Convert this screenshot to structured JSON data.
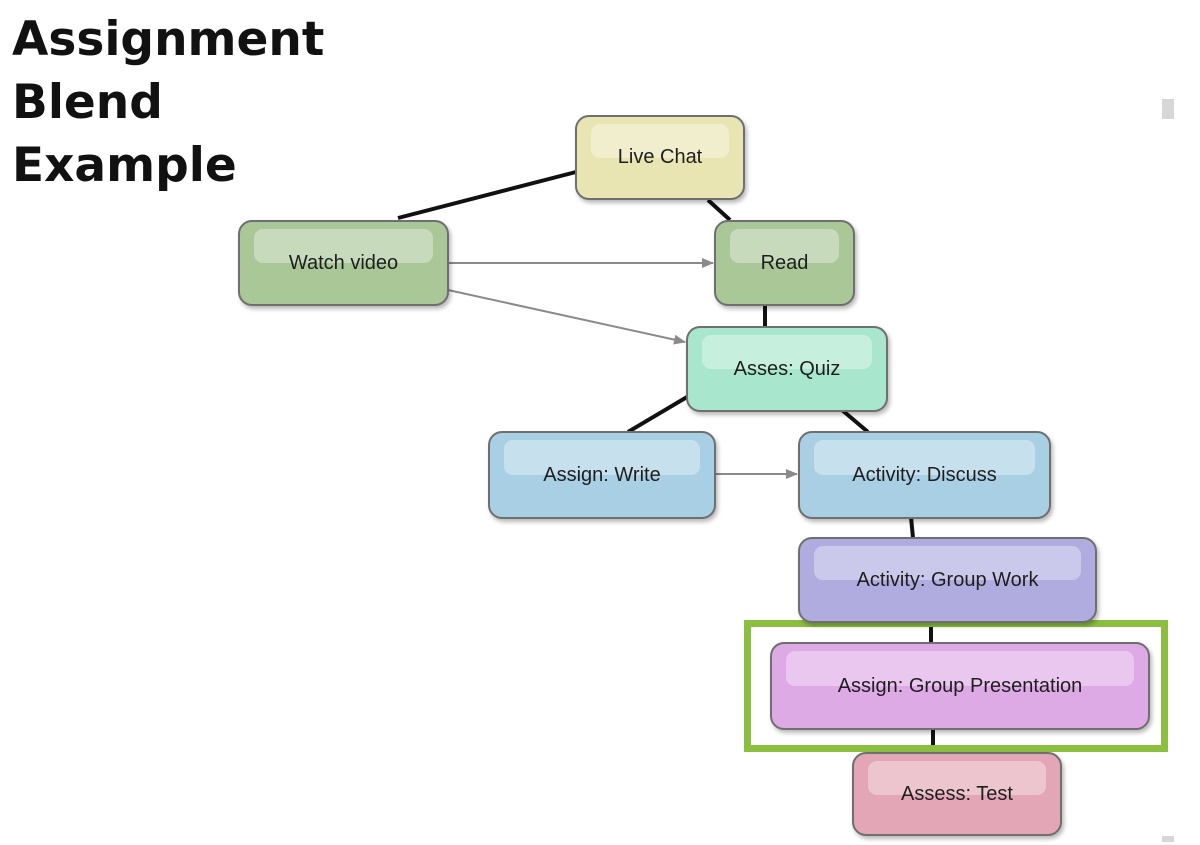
{
  "title_lines": [
    "Assignment",
    "Blend",
    "Example"
  ],
  "nodes": {
    "live_chat": {
      "label": "Live Chat",
      "color": "#e9e5b3"
    },
    "watch_video": {
      "label": "Watch video",
      "color": "#a9c797"
    },
    "read": {
      "label": "Read",
      "color": "#a9c797"
    },
    "asses_quiz": {
      "label": "Asses: Quiz",
      "color": "#a8e6cd"
    },
    "assign_write": {
      "label": "Assign: Write",
      "color": "#a9cfe5"
    },
    "activity_discuss": {
      "label": "Activity: Discuss",
      "color": "#a9cfe5"
    },
    "activity_group_work": {
      "label": "Activity: Group Work",
      "color": "#b0ace0"
    },
    "assign_group_presentation": {
      "label": "Assign: Group Presentation",
      "color": "#deaae6"
    },
    "assess_test": {
      "label": "Assess: Test",
      "color": "#e3a6b6"
    }
  },
  "highlight_color": "#8cbf3f",
  "edges": [
    {
      "from": "watch_video",
      "to": "live_chat",
      "style": "line"
    },
    {
      "from": "live_chat",
      "to": "read",
      "style": "line"
    },
    {
      "from": "watch_video",
      "to": "read",
      "style": "arrow"
    },
    {
      "from": "watch_video",
      "to": "asses_quiz",
      "style": "arrow"
    },
    {
      "from": "read",
      "to": "asses_quiz",
      "style": "line"
    },
    {
      "from": "asses_quiz",
      "to": "assign_write",
      "style": "line"
    },
    {
      "from": "asses_quiz",
      "to": "activity_discuss",
      "style": "line"
    },
    {
      "from": "assign_write",
      "to": "activity_discuss",
      "style": "arrow"
    },
    {
      "from": "activity_discuss",
      "to": "activity_group_work",
      "style": "line"
    },
    {
      "from": "activity_group_work",
      "to": "assign_group_presentation",
      "style": "line"
    },
    {
      "from": "assign_group_presentation",
      "to": "assess_test",
      "style": "line"
    }
  ]
}
